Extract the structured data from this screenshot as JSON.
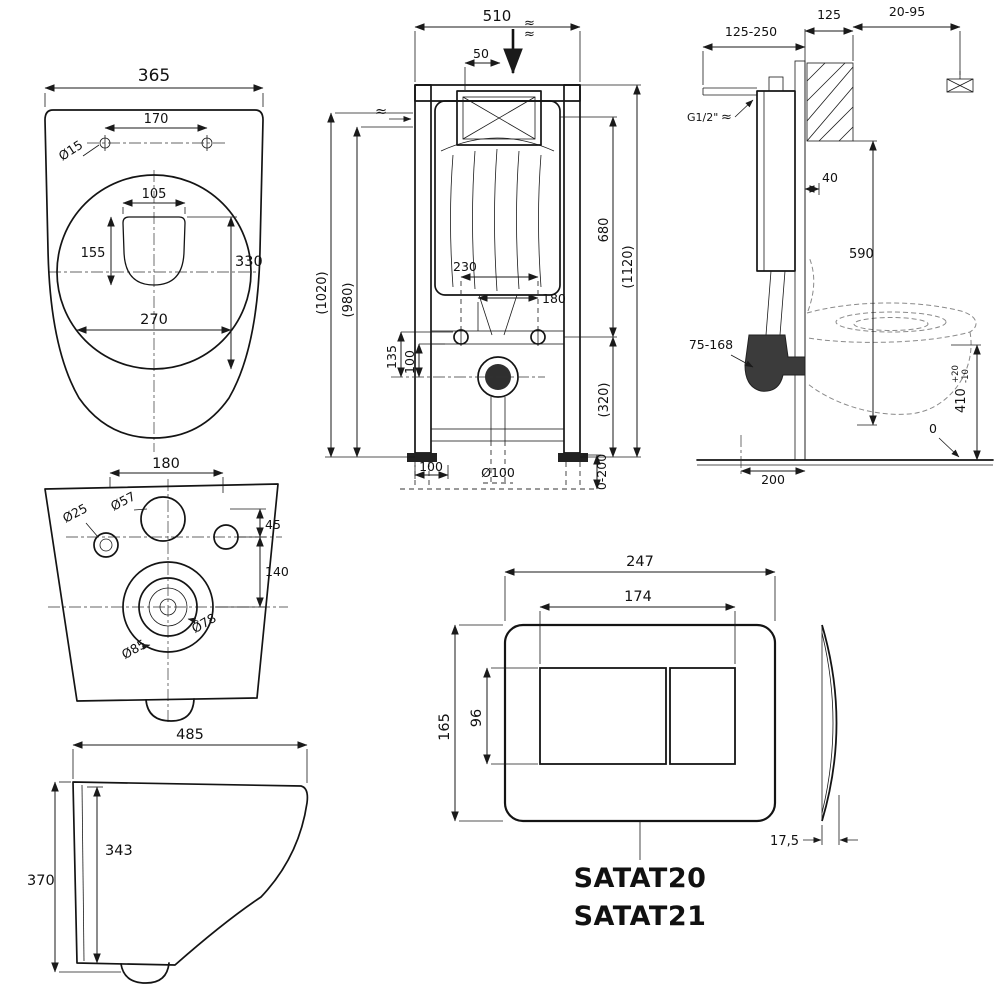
{
  "ink": "#1a1a1a",
  "background": "#ffffff",
  "icons": {
    "water": "≈"
  },
  "top_view": {
    "width": "365",
    "hole_spacing": "170",
    "hole_dia": "Ø15",
    "seat_w": "105",
    "seat_d": "155",
    "bowl_len": "330",
    "bowl_w": "270"
  },
  "back_view": {
    "spacing": "180",
    "dia25": "Ø25",
    "dia57": "Ø57",
    "off45": "45",
    "off140": "140",
    "dia78": "Ø78",
    "dia85": "Ø85"
  },
  "side_view": {
    "depth": "485",
    "inner_h": "343",
    "height": "370"
  },
  "frame_front": {
    "width": "510",
    "off50": "50",
    "h1020": "(1020)",
    "h980": "(980)",
    "h680": "680",
    "h1120": "(1120)",
    "w230": "230",
    "w180": "180",
    "h135": "135",
    "h100": "100",
    "h320": "(320)",
    "base100": "100",
    "dia100": "Ø100",
    "adj": "0-200"
  },
  "frame_side": {
    "depth_range": "125-250",
    "off125": "125",
    "range20_95": "20-95",
    "thread": "G1/2\"",
    "off40": "40",
    "h590": "590",
    "range75_168": "75-168",
    "off200": "200",
    "h410": "410",
    "tol_up": "+20",
    "tol_dn": "-10",
    "datum": "0"
  },
  "plate": {
    "width": "247",
    "btn_w": "174",
    "height": "165",
    "btn_h": "96",
    "thickness": "17,5",
    "models": {
      "m1": "SATAT20",
      "m2": "SATAT21"
    }
  }
}
